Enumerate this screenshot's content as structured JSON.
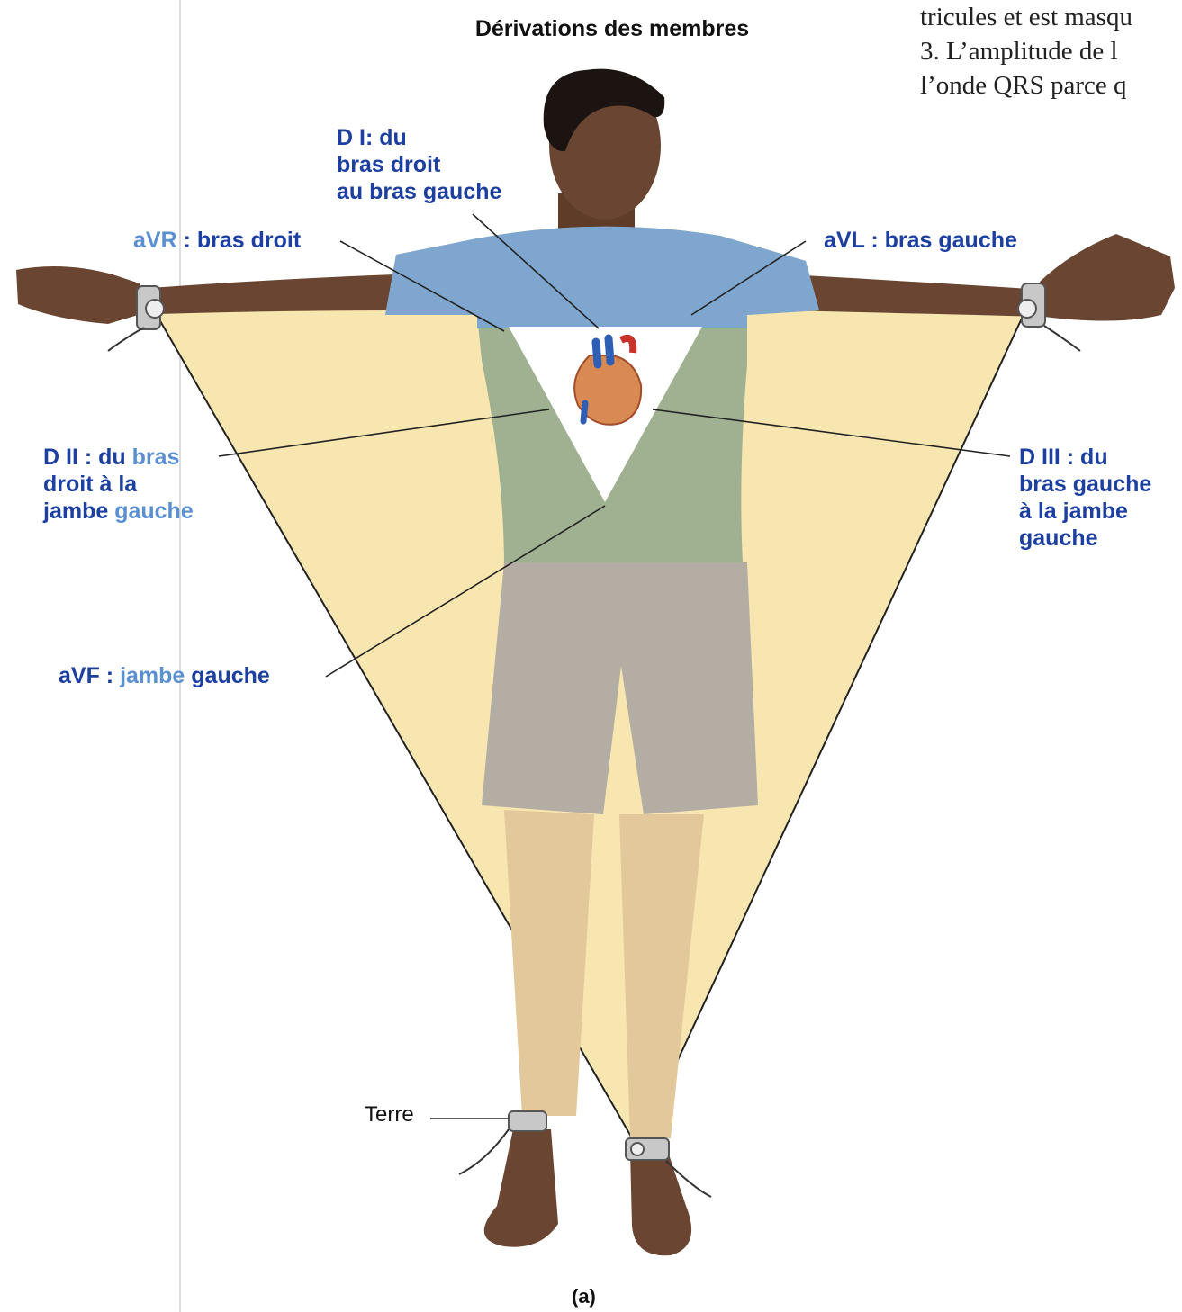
{
  "title": "Dérivations des membres",
  "caption": "(a)",
  "book_text": [
    "tricules et est masqu",
    "3.   L’amplitude de l",
    "l’onde QRS parce q"
  ],
  "labels": {
    "di": [
      "D I: du",
      "bras droit",
      "au bras gauche"
    ],
    "avr": {
      "a": "aVR",
      "b": " : bras droit"
    },
    "avl": "aVL : bras gauche",
    "dii": [
      {
        "a": "D II : du ",
        "b": "bras"
      },
      {
        "a": "droit à la",
        "b": ""
      },
      {
        "a": "jambe ",
        "b": "gauche"
      }
    ],
    "diii": [
      "D III : du",
      "bras gauche",
      "à la jambe",
      "gauche"
    ],
    "avf": {
      "a": "aVF : ",
      "b": "jambe",
      "c": " gauche"
    },
    "terre": "Terre"
  },
  "colors": {
    "label_dark": "#1c3fa0",
    "label_light": "#5a8fd0",
    "triangle_fill": "#f7e6b0",
    "shirt_top": "#7ea6cf",
    "shirt_bottom": "#9fb191",
    "shorts": "#b3ada3",
    "skin": "#6a4632",
    "legs": "#e2c89a"
  },
  "icons": [
    "heart-icon",
    "electrode-icon"
  ]
}
